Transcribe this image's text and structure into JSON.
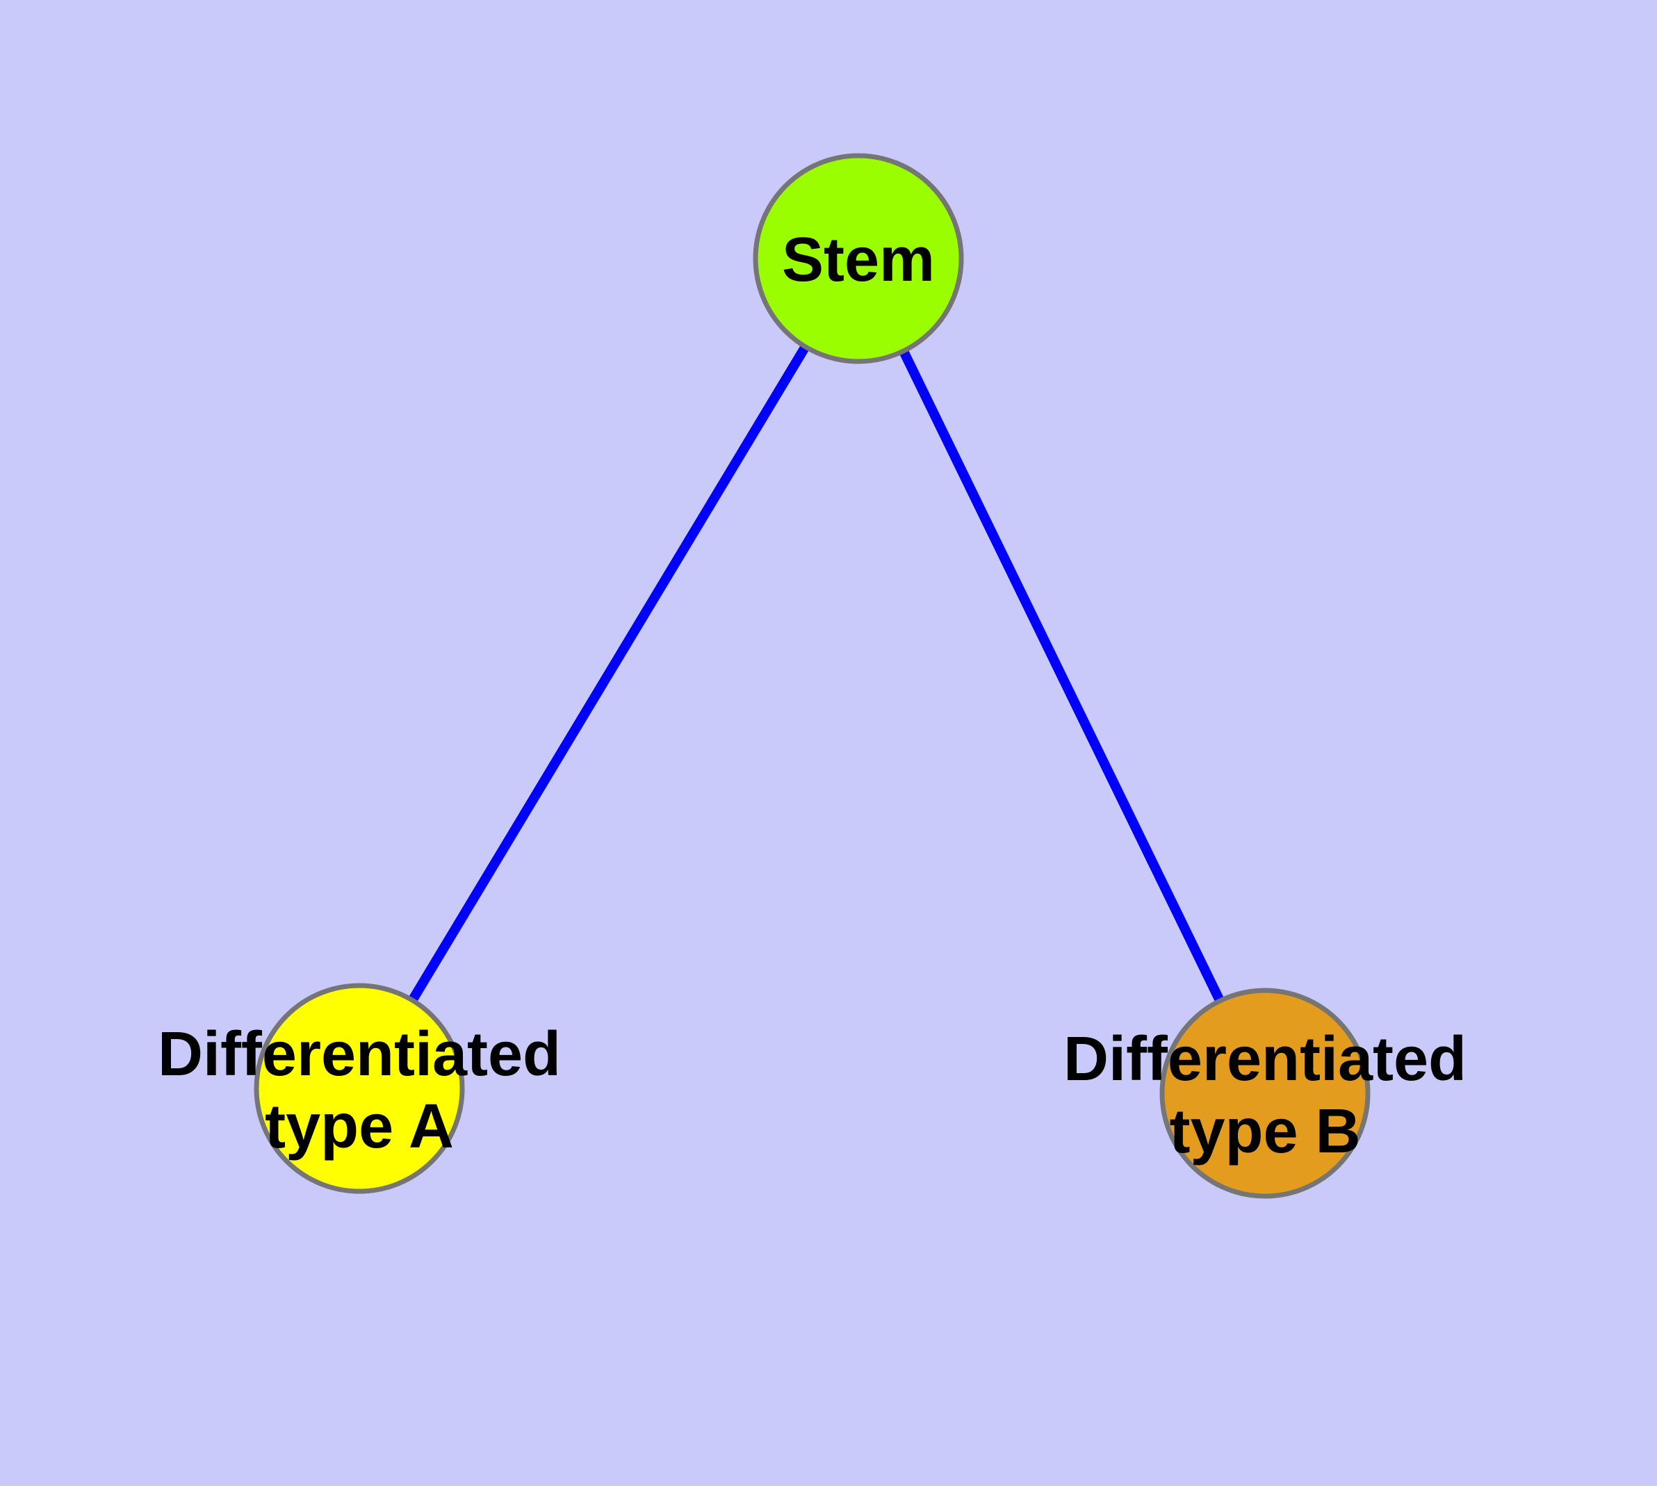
{
  "diagram": {
    "background_color": "#C9C9FA",
    "edge_color": "#0000FF",
    "node_border_color": "#757575",
    "text_color": "#000000",
    "nodes": {
      "stem": {
        "label": "Stem",
        "fill": "#9AFE00"
      },
      "type_a": {
        "label_line1": "Differentiated",
        "label_line2": "type A",
        "fill": "#FFFF00"
      },
      "type_b": {
        "label_line1": "Differentiated",
        "label_line2": "type B",
        "fill": "#E39C1E"
      }
    },
    "edges": [
      {
        "from": "Stem",
        "to": "Differentiated type A"
      },
      {
        "from": "Stem",
        "to": "Differentiated type B"
      }
    ]
  }
}
